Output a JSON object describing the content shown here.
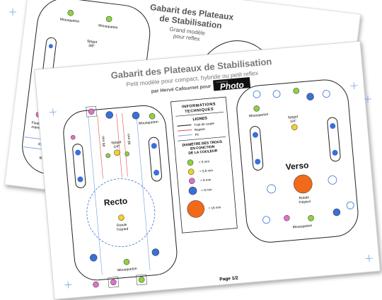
{
  "back_sheet": {
    "title_line1": "Gabarit des Plateaux",
    "title_line2": "de Stabilisation",
    "subtitle_line1": "Grand modèle",
    "subtitle_line2": "pour reflex",
    "labels": {
      "mousqueton_left": "Mousqueton",
      "mousqueton_mid": "Mousqueton",
      "spigot": "Spigot",
      "spigot_size": "3/8\"",
      "fixation": "Fixation",
      "fixation2": "manete",
      "dim_45": "45 mm",
      "dim_60": "60 mm"
    }
  },
  "front_sheet": {
    "title": "Gabarit des Plateaux de Stabilisation",
    "subtitle": "Petit modèle pour compact, hybride ou petit reflex",
    "author_prefix": "par Hervé Cafournet pour",
    "logo_small": "Compétence",
    "logo_big": "Photo",
    "page_label": "Page 1/2",
    "recto": {
      "name": "Recto",
      "mousqueton_top": "Mousqueton",
      "mousqueton_bottom": "Mousqueton",
      "spigot": "Spigot",
      "spigot_size": "1/4\"",
      "rotule": "Rotule",
      "trepied": "Trépied",
      "dim_45": "45 mm",
      "dim_60": "60 mm"
    },
    "verso": {
      "name": "Verso",
      "mousqueton_top": "Mousqueton",
      "mousqueton_bottom": "Mousqueton",
      "spigot": "Spigot",
      "spigot_size": "1/4\"",
      "rotule": "Rotule",
      "trepied": "Trépied"
    },
    "info": {
      "title1": "INFORMATIONS",
      "title2": "TECHNIQUES",
      "lignes_title": "LIGNES",
      "line_items": [
        {
          "label": "Trait de coupe",
          "color": "#111111"
        },
        {
          "label": "Repère",
          "color": "#e05050"
        },
        {
          "label": "Pli",
          "color": "#6fa0e0"
        }
      ],
      "holes_title1": "DIAMÈTRE DES TROUS",
      "holes_title2": "EN FONCTION",
      "holes_title3": "DE LA COULEUR",
      "holes": [
        {
          "label": "= 5 mm",
          "color": "#8fd13f"
        },
        {
          "label": "= 5,5 mm",
          "color": "#f2d22a"
        },
        {
          "label": "= 6 mm",
          "color": "#e070c8"
        },
        {
          "label": "= 8 mm",
          "color": "#3a6fd8"
        },
        {
          "label": "= 18 mm",
          "color": "#f06a1a"
        }
      ]
    }
  },
  "colors": {
    "green": "#8fd13f",
    "yellow": "#f2d22a",
    "pink": "#e070c8",
    "blue": "#3a6fd8",
    "orange": "#f06a1a",
    "guide": "#6fa0e0",
    "mark": "#e05050"
  }
}
